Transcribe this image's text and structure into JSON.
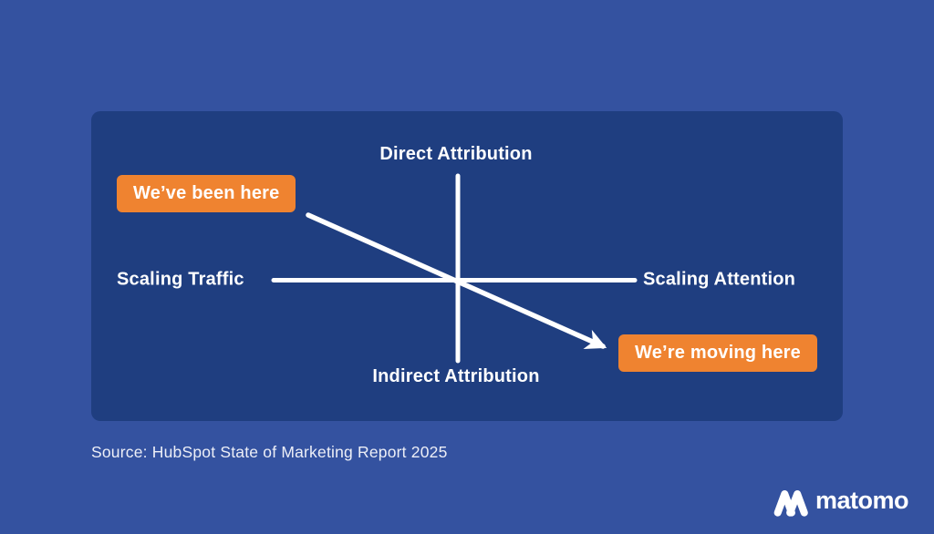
{
  "colors": {
    "background": "#3452A0",
    "panel": "#1F3E80",
    "accent_orange": "#EF8330",
    "line_white": "#FFFFFF"
  },
  "diagram": {
    "axis_top_label": "Direct Attribution",
    "axis_bottom_label": "Indirect Attribution",
    "axis_left_label": "Scaling Traffic",
    "axis_right_label": "Scaling Attention",
    "badge_from_label": "We’ve been here",
    "badge_to_label": "We’re moving here"
  },
  "caption": {
    "source_text": "Source: HubSpot State of Marketing Report 2025"
  },
  "brand": {
    "wordmark": "matomo"
  }
}
